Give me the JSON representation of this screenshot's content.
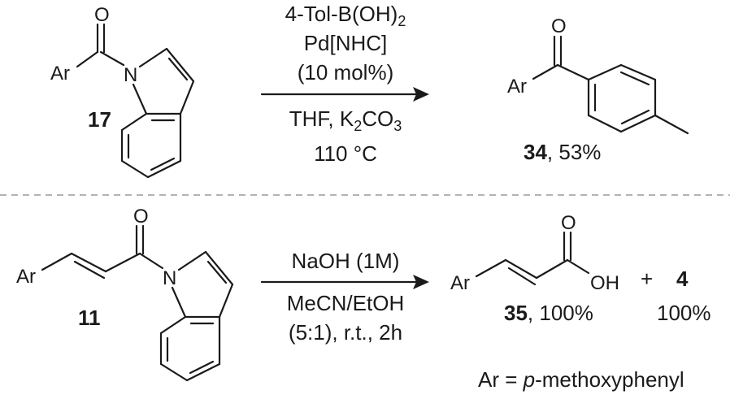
{
  "reaction1": {
    "compound_number": "17",
    "reagent_line1": "4-Tol-B(OH)",
    "reagent_line1_sub": "2",
    "reagent_line2": "Pd[NHC]",
    "reagent_line3": "(10 mol%)",
    "condition_line1_a": "THF, K",
    "condition_line1_sub1": "2",
    "condition_line1_b": "CO",
    "condition_line1_sub2": "3",
    "condition_line2": "110 °C",
    "product_number": "34",
    "product_yield": ", 53%"
  },
  "reaction2": {
    "compound_number": "11",
    "condition_line1": "NaOH (1M)",
    "condition_line2": "MeCN/EtOH",
    "condition_line3": "(5:1), r.t., 2h",
    "product_number": "35",
    "product_yield": ", 100%",
    "plus": "+",
    "coproduct_number": "4",
    "coproduct_yield": "100%"
  },
  "atoms": {
    "ar": "Ar",
    "o": "O",
    "n": "N",
    "oh": "OH"
  },
  "footnote": {
    "prefix": "Ar = ",
    "italic": "p",
    "suffix": "-methoxyphenyl"
  },
  "colors": {
    "ink": "#1a1a1a",
    "separator": "#9a9a9a"
  }
}
